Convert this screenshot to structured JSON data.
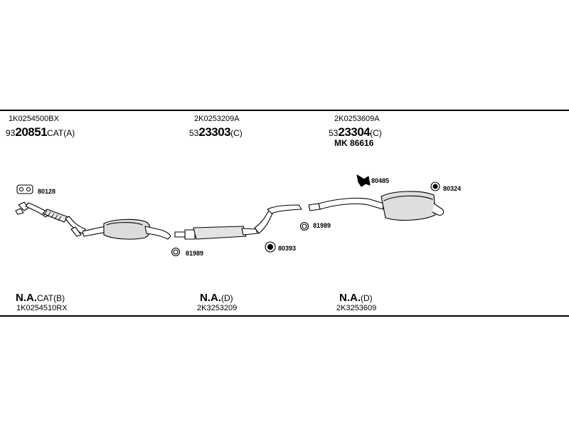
{
  "top_row": [
    {
      "code": "1K0254500BX",
      "prefix": "93",
      "number": "20851",
      "suffix": "CAT(A)"
    },
    {
      "code": "2K0253209A",
      "prefix": "53",
      "number": "23303",
      "suffix": "(C)"
    },
    {
      "code": "2K0253609A",
      "prefix": "53",
      "number": "23304",
      "suffix": "(C)",
      "extra": "MK  86616"
    }
  ],
  "bottom_row": [
    {
      "na": "N.A.",
      "suffix": "CAT(B)",
      "code": "1K0254510RX"
    },
    {
      "na": "N.A.",
      "suffix": "(D)",
      "code": "2K3253209"
    },
    {
      "na": "N.A.",
      "suffix": "(D)",
      "code": "2K3253609"
    }
  ],
  "accessory_labels": {
    "gasket_front": "80128",
    "clamp_front": "81989",
    "hanger_mid": "80393",
    "clamp_rear": "81989",
    "bracket_rear": "80485",
    "hanger_rear": "80324"
  }
}
